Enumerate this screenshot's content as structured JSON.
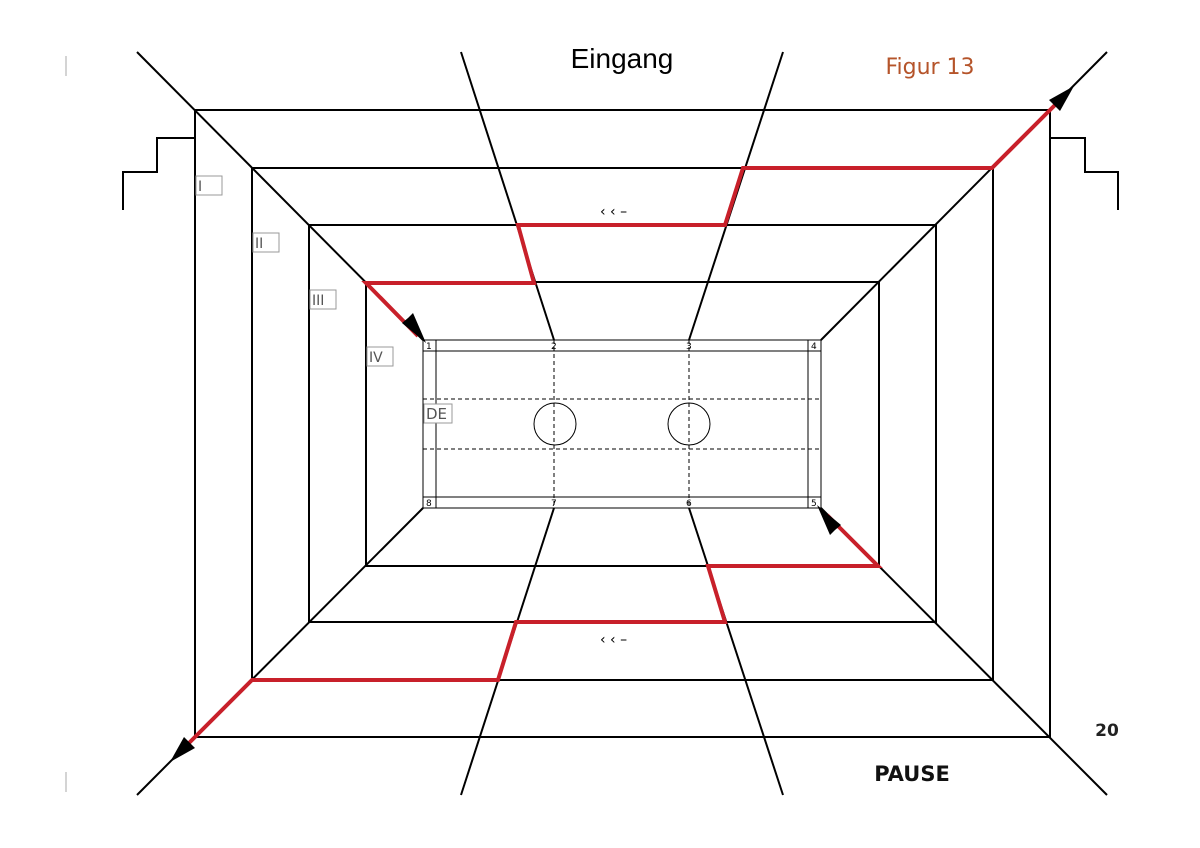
{
  "title": "Eingang",
  "figure_label": "Figur 13",
  "page_number": "20",
  "footer_label": "PAUSE",
  "ring_labels": [
    "I",
    "II",
    "III",
    "IV"
  ],
  "court_label": "DE",
  "court_corners": [
    "1",
    "2",
    "3",
    "4",
    "5",
    "6",
    "7",
    "8"
  ],
  "direction_marks": {
    "top": "‹ ‹ –",
    "bottom": "‹ ‹ –"
  },
  "colors": {
    "path": "#c8202a",
    "figure_label": "#b5542a",
    "lines": "#000000"
  }
}
